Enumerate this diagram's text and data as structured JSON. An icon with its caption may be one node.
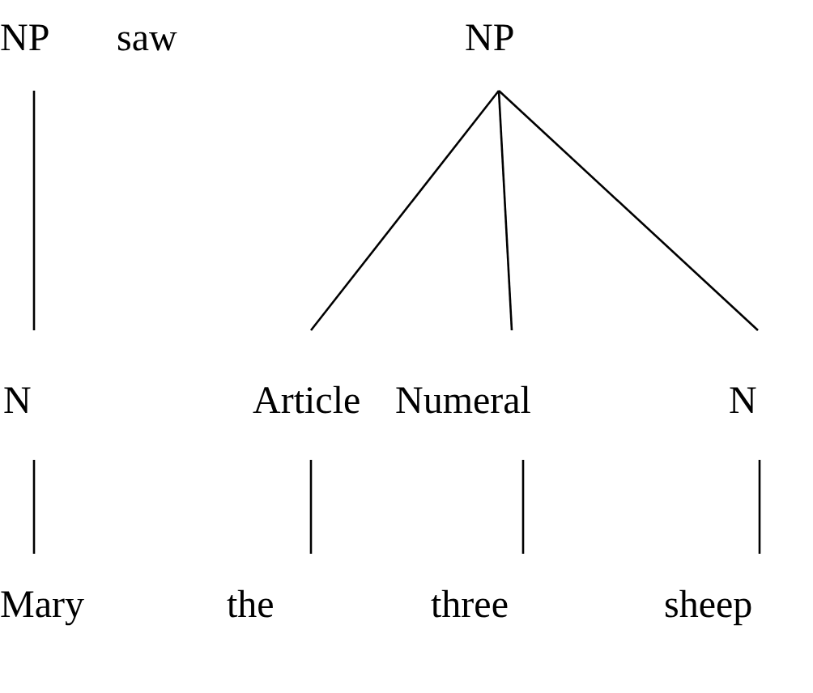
{
  "diagram": {
    "nodes": [
      {
        "text": [
          "NP"
        ]
      },
      {
        "text": [
          "saw"
        ]
      },
      {
        "text": [
          "NP"
        ]
      },
      {
        "text": [
          "N"
        ]
      },
      {
        "text": [
          "Article"
        ]
      },
      {
        "text": [
          "Numeral"
        ]
      },
      {
        "text": [
          "N"
        ]
      },
      {
        "text": [
          "Mary"
        ]
      },
      {
        "text": [
          "the"
        ]
      },
      {
        "text": [
          "three"
        ]
      },
      {
        "text": [
          "sheep"
        ]
      }
    ],
    "edges": [
      {
        "from": 0,
        "to": 3,
        "arrow": "none"
      },
      {
        "from": 2,
        "to": 4,
        "arrow": "none"
      },
      {
        "from": 2,
        "to": 5,
        "arrow": "none"
      },
      {
        "from": 2,
        "to": 6,
        "arrow": "none"
      },
      {
        "from": 3,
        "to": 7,
        "arrow": "none"
      },
      {
        "from": 4,
        "to": 8,
        "arrow": "none"
      },
      {
        "from": 5,
        "to": 9,
        "arrow": "none"
      },
      {
        "from": 6,
        "to": 10,
        "arrow": "none"
      }
    ]
  }
}
